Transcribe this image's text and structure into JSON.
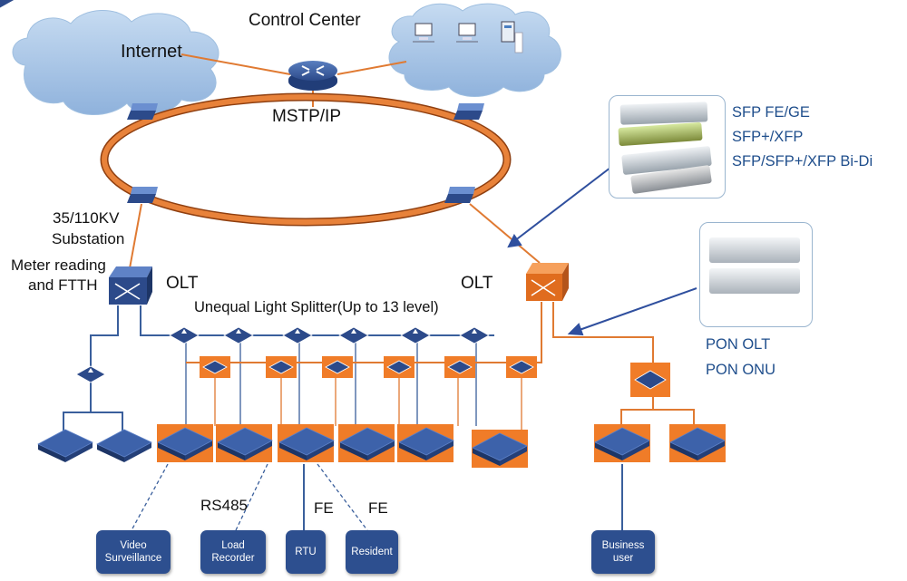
{
  "labels": {
    "control_center": "Control Center",
    "internet": "Internet",
    "mstp": "MSTP/IP",
    "substation_line1": "35/110KV",
    "substation_line2": "Substation",
    "meter_line1": "Meter reading",
    "meter_line2": "and FTTH",
    "olt_left": "OLT",
    "olt_right": "OLT",
    "splitter": "Unequal Light Splitter(Up to 13 level)",
    "rs485": "RS485",
    "fe_1": "FE",
    "fe_2": "FE"
  },
  "sfp_panel": {
    "items": [
      "SFP FE/GE",
      "SFP+/XFP",
      "SFP/SFP+/XFP Bi-Di"
    ]
  },
  "pon_panel": {
    "items": [
      "PON OLT",
      "PON ONU"
    ]
  },
  "endpoints": {
    "video": [
      "Video",
      "Surveillance"
    ],
    "load": [
      "Load",
      "Recorder"
    ],
    "rtu": "RTU",
    "resident": "Resident",
    "business": [
      "Business",
      "user"
    ]
  },
  "colors": {
    "ring": "#e07a32",
    "device_blue": "#2c4a8a",
    "highlight_orange": "#f07c28",
    "fiber_blue": "#3a5f9c",
    "cloud": "#a9c6e6"
  }
}
